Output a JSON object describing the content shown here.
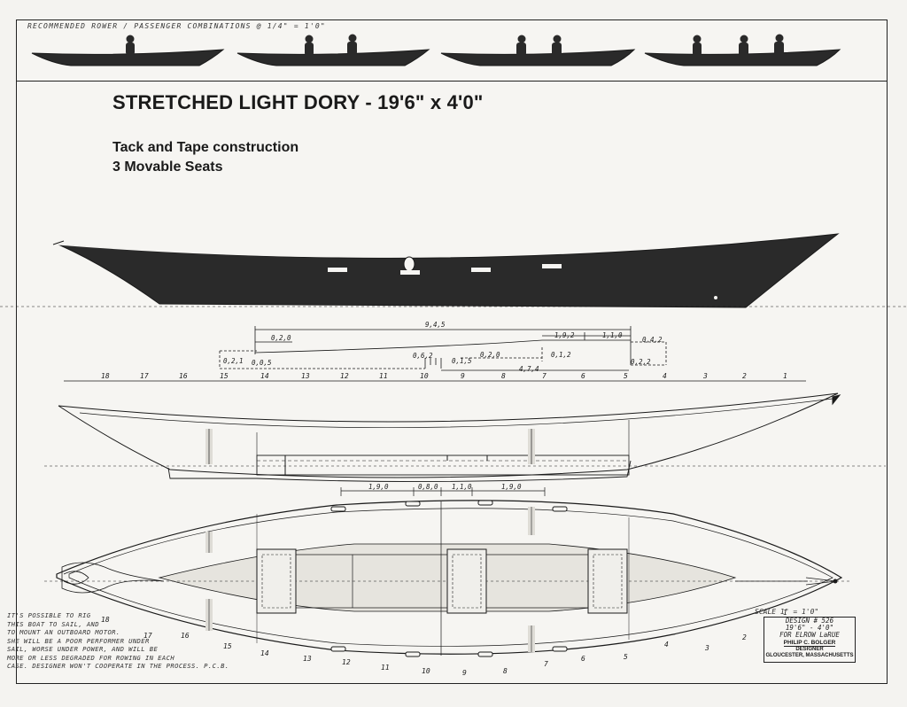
{
  "combos": {
    "caption": "RECOMMENDED ROWER / PASSENGER COMBINATIONS @ 1/4\" = 1'0\""
  },
  "title": "STRETCHED LIGHT DORY - 19'6\" x 4'0\"",
  "subtitle_1": "Tack and Tape construction",
  "subtitle_2": "3 Movable Seats",
  "dimensions": {
    "overall": "9,4,5",
    "d1": "0,2,0",
    "d2": "1,9,2",
    "d3": "1,1,0",
    "d4": "0,4,2",
    "d5": "0,2,1",
    "d6": "0,0,5",
    "d7": "0,6,2",
    "d8": "0,2,0",
    "d9": "0,1,2",
    "d10": "0,1,5",
    "d11": "4,7,4",
    "d12": "0,2,2"
  },
  "stations_upper": [
    "18",
    "17",
    "16",
    "15",
    "14",
    "13",
    "12",
    "11",
    "10",
    "9",
    "8",
    "7",
    "6",
    "5",
    "4",
    "3",
    "2",
    "1"
  ],
  "stations_lower": [
    "18",
    "17",
    "16",
    "15",
    "14",
    "13",
    "12",
    "11",
    "10",
    "9",
    "8",
    "7",
    "6",
    "5",
    "4",
    "3",
    "2",
    "1"
  ],
  "seat_spacing": [
    "1,9,0",
    "0,8,0",
    "1,1,0",
    "1,9,0"
  ],
  "note_lines": [
    "IT'S POSSIBLE TO RIG",
    "THIS BOAT TO SAIL, AND",
    "TO MOUNT AN OUTBOARD MOTOR.",
    "SHE WILL BE A POOR PERFORMER UNDER",
    "SAIL, WORSE UNDER POWER, AND WILL BE",
    "MORE OR LESS DEGRADED FOR ROWING IN EACH",
    "CASE. DESIGNER WON'T COOPERATE IN THE PROCESS.  P.C.B."
  ],
  "scale": "SCALE 1\" = 1'0\"",
  "title_block": {
    "design": "DESIGN # 526",
    "size": "19'6\" - 4'0\"",
    "client": "FOR ELROW LaRUE",
    "designer_name": "PHILIP C. BOLGER",
    "designer_role": "DESIGNER",
    "location": "GLOUCESTER, MASSACHUSETTS"
  },
  "colors": {
    "ink": "#1a1a1a",
    "paper": "#f6f5f2",
    "hull": "#2a2a2a"
  }
}
